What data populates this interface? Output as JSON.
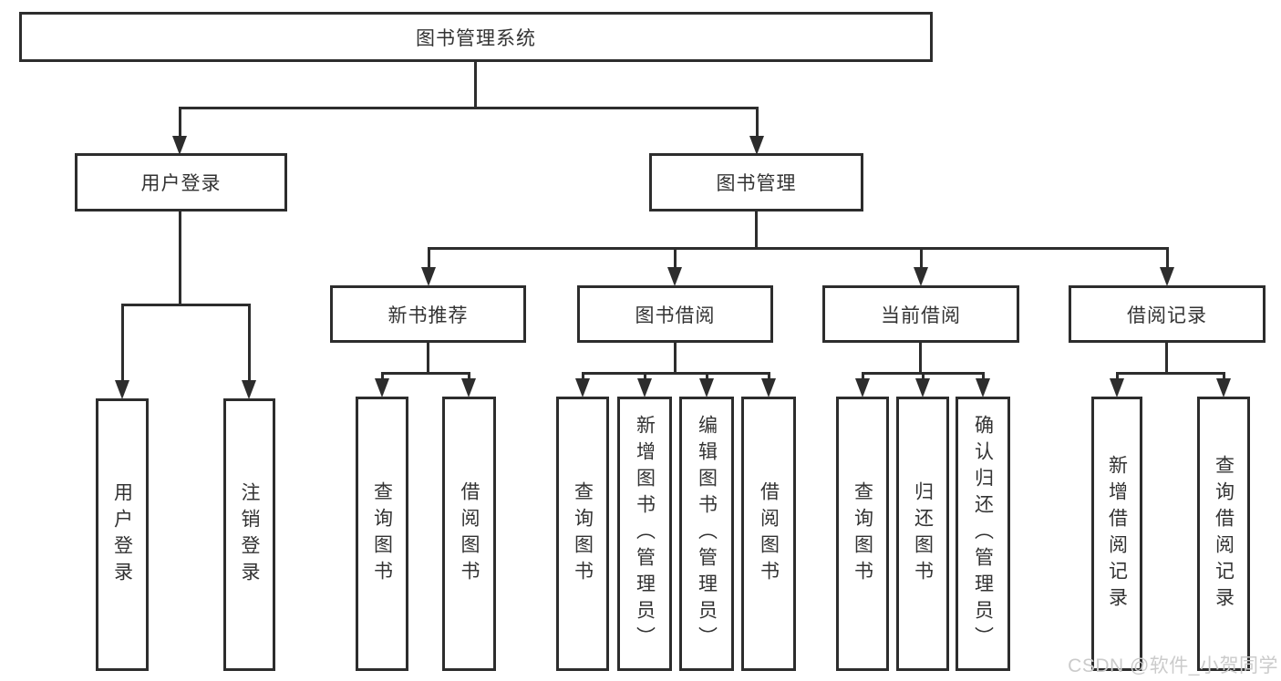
{
  "diagram": {
    "type": "functional-structure-tree",
    "colors": {
      "line": "#2d2d2d",
      "text": "#333333",
      "background": "#ffffff",
      "watermark_text": "#cbcbcb"
    },
    "tree": {
      "label": "图书管理系统",
      "children": [
        {
          "label": "用户登录",
          "children": [
            {
              "label": "用户登录"
            },
            {
              "label": "注销登录"
            }
          ]
        },
        {
          "label": "图书管理",
          "children": [
            {
              "label": "新书推荐",
              "children": [
                {
                  "label": "查询图书"
                },
                {
                  "label": "借阅图书"
                }
              ]
            },
            {
              "label": "图书借阅",
              "children": [
                {
                  "label": "查询图书"
                },
                {
                  "label": "新增图书（管理员）"
                },
                {
                  "label": "编辑图书（管理员）"
                },
                {
                  "label": "借阅图书"
                }
              ]
            },
            {
              "label": "当前借阅",
              "children": [
                {
                  "label": "查询图书"
                },
                {
                  "label": "归还图书"
                },
                {
                  "label": "确认归还（管理员）"
                }
              ]
            },
            {
              "label": "借阅记录",
              "children": [
                {
                  "label": "新增借阅记录"
                },
                {
                  "label": "查询借阅记录"
                }
              ]
            }
          ]
        }
      ]
    },
    "watermark": "CSDN @软件_小贺同学"
  }
}
